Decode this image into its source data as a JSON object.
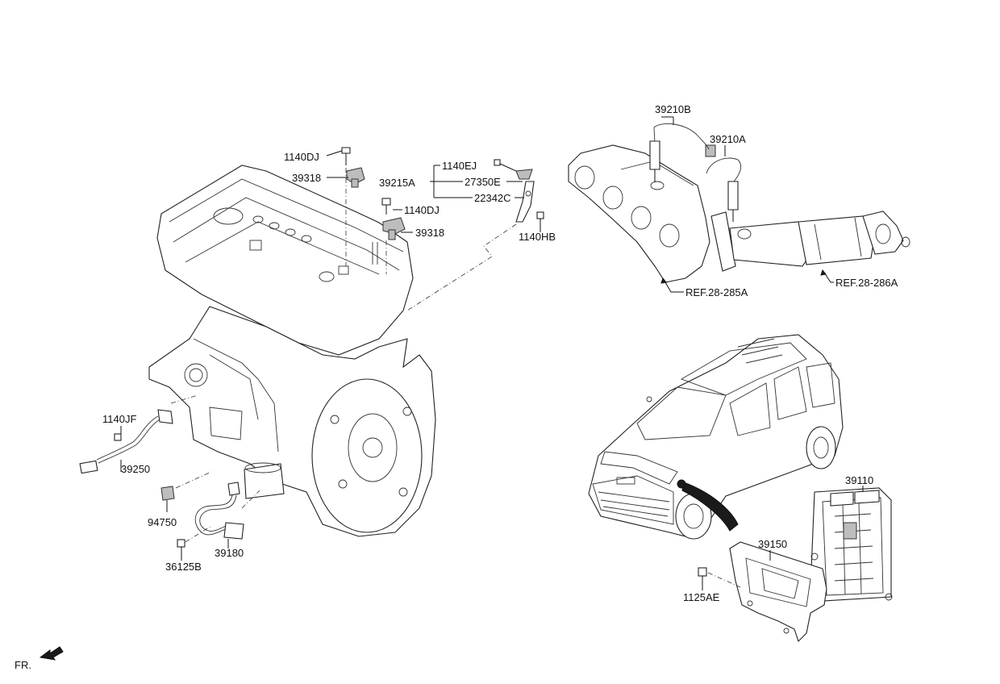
{
  "labels": {
    "p1140DJ_top": "1140DJ",
    "p39318_top": "39318",
    "p1140DJ_mid": "1140DJ",
    "p39318_mid": "39318",
    "p39215A": "39215A",
    "p1140EJ": "1140EJ",
    "p27350E": "27350E",
    "p22342C": "22342C",
    "p1140HB": "1140HB",
    "p39210B": "39210B",
    "p39210A": "39210A",
    "ref285": "REF.28-285A",
    "ref286": "REF.28-286A",
    "p1140JF": "1140JF",
    "p39250": "39250",
    "p94750": "94750",
    "p39180": "39180",
    "p36125B": "36125B",
    "p39110": "39110",
    "p39150": "39150",
    "p1125AE": "1125AE",
    "fr": "FR."
  }
}
